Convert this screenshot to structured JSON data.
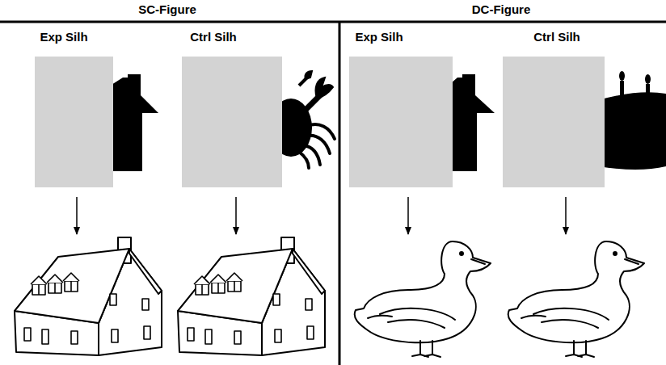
{
  "diagram": {
    "labels": [
      "SC-Figure",
      "DC-Figure",
      "Exp Silh",
      "Ctrl Silh",
      "Exp Silh",
      "Ctrl Silh"
    ]
  }
}
